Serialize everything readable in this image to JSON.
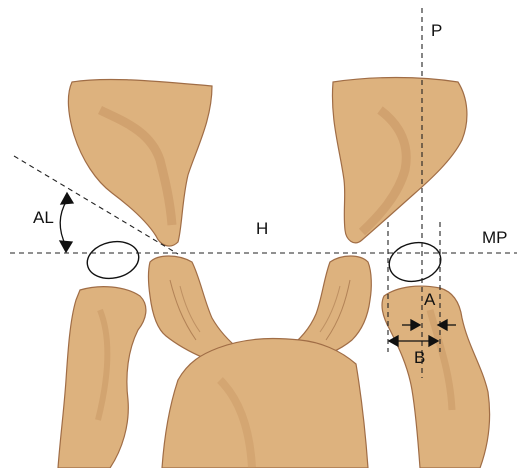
{
  "labels": {
    "P": "P",
    "MP": "MP",
    "H": "H",
    "AL": "AL",
    "A": "A",
    "B": "B"
  },
  "colors": {
    "bone_fill": "#ddb27e",
    "bone_stroke": "#a06d46",
    "bone_shade": "#c48f5d",
    "line": "#222222"
  }
}
